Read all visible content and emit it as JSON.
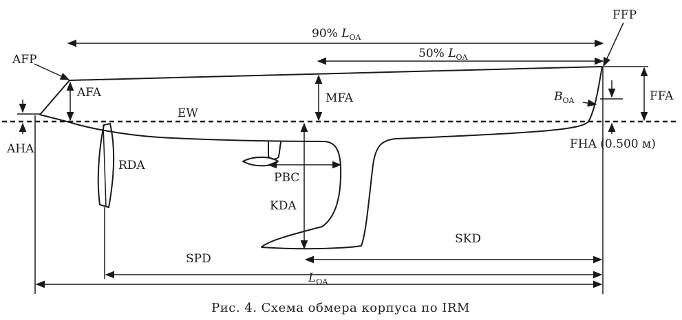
{
  "labels": {
    "afp": "AFP",
    "ffp": "FFP",
    "afa": "AFA",
    "mfa": "MFA",
    "ffa": "FFA",
    "ew": "EW",
    "aha": "AHA",
    "rda": "RDA",
    "pbc": "PBC",
    "kda": "KDA",
    "skd": "SKD",
    "spd": "SPD",
    "fha": "FHA (0.500 м)",
    "boa_main": "B",
    "boa_sub": "OA",
    "loa90_prefix": "90% ",
    "loa50_prefix": "50% ",
    "loa_main": "L",
    "loa_sub": "OA"
  },
  "caption": "Рис. 4. Схема обмера корпуса по IRM"
}
